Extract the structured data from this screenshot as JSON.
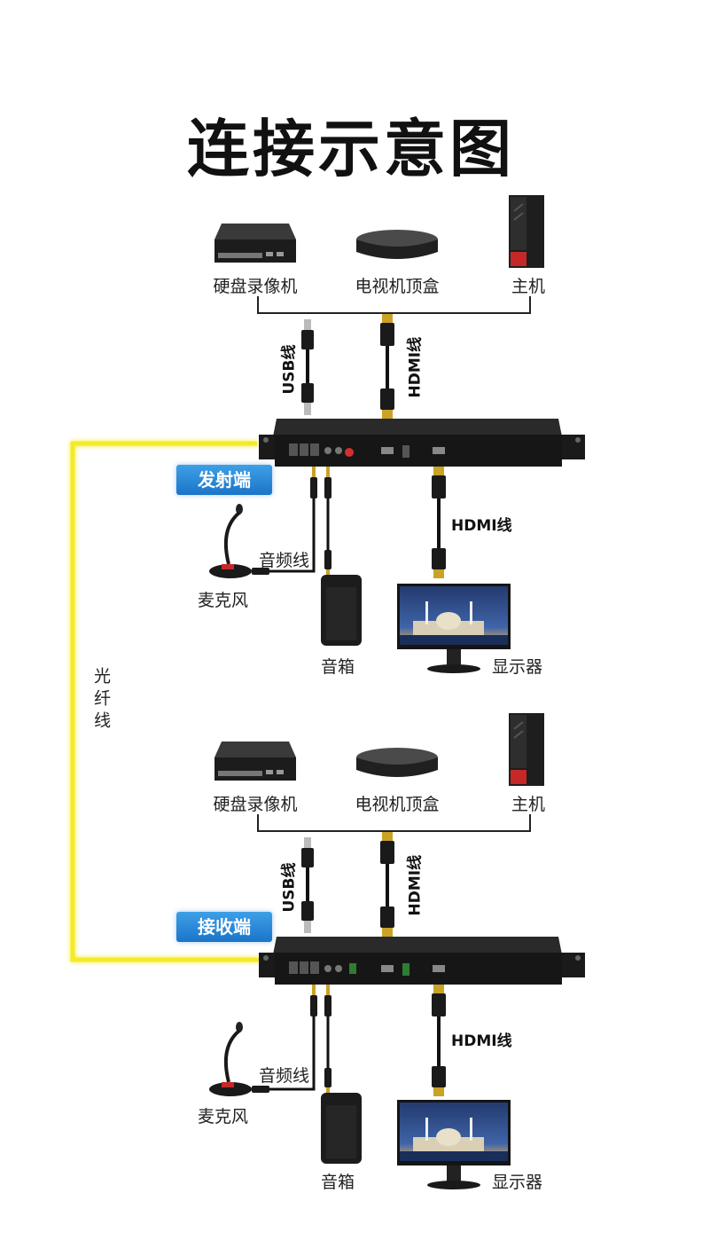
{
  "title": "连接示意图",
  "fiber_label": "光纤线",
  "colors": {
    "fiber": "#f5ea2a",
    "tag": "#2a88d8",
    "device": "#1c1c1c"
  },
  "sections": [
    {
      "tag": "发射端",
      "sources": [
        "硬盘录像机",
        "电视机顶盒",
        "主机"
      ],
      "usb_label": "USB线",
      "hdmi_in_label": "HDMI线",
      "hdmi_out_label": "HDMI线",
      "audio_label": "音频线",
      "mic_label": "麦克风",
      "speaker_label": "音箱",
      "monitor_label": "显示器"
    },
    {
      "tag": "接收端",
      "sources": [
        "硬盘录像机",
        "电视机顶盒",
        "主机"
      ],
      "usb_label": "USB线",
      "hdmi_in_label": "HDMI线",
      "hdmi_out_label": "HDMI线",
      "audio_label": "音频线",
      "mic_label": "麦克风",
      "speaker_label": "音箱",
      "monitor_label": "显示器"
    }
  ]
}
